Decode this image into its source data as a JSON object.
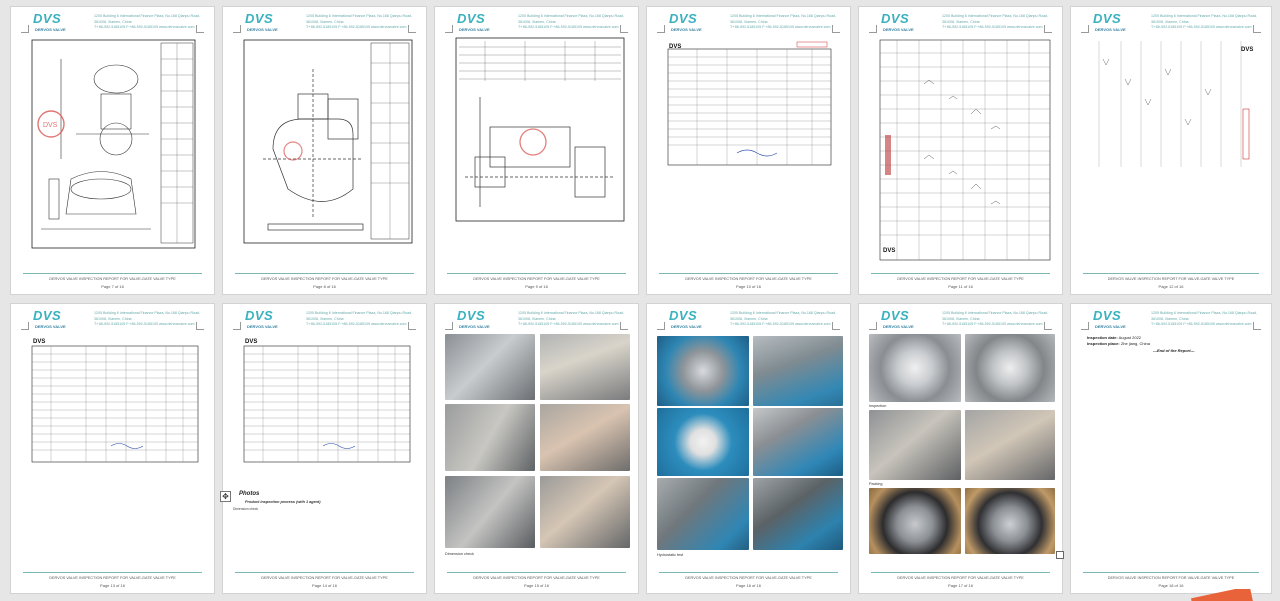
{
  "header": {
    "logo": "DVS",
    "logo_sub": "DERVOS VALVE",
    "address_line1": "1205 Building 6 International Finance Plaza, No.168 Qianpu Road, 361008, Xiamen, China",
    "address_line2": "T:+86-592-5185105    F:+86-592-5185105    www.dervosvalve.com"
  },
  "footer": {
    "note": "DERVOS VALVE INSPECTION REPORT FOR VALVE-GATE VALVE TYPE",
    "pages": [
      "Page 7 of 16",
      "Page 8 of 16",
      "Page 9 of 16",
      "Page 10 of 16",
      "Page 11 of 16",
      "Page 12 of 16",
      "Page 13 of 16",
      "Page 14 of 16",
      "Page 15 of 16",
      "Page 16 of 16",
      "Page 17 of 16",
      "Page 18 of 16"
    ]
  },
  "page14": {
    "title": "Photos",
    "subtitle": "Product Inspection process (with 1 agent)",
    "small_caption": "Dimension check",
    "photo_caption": "Dimension check"
  },
  "page16": {
    "caption": "Hydrostatic test"
  },
  "page17": {
    "caption_top": "Inspection",
    "caption_mid": "Packing"
  },
  "page18": {
    "inspection_date_label": "Inspection date:",
    "inspection_date_value": "August 2022",
    "inspection_place_label": "Inspection place:",
    "inspection_place_value": "Zhe jiang, China",
    "end_text": "---End of the Report---"
  },
  "stamp_color": "#d9534f",
  "accent_color": "#39b1bf"
}
